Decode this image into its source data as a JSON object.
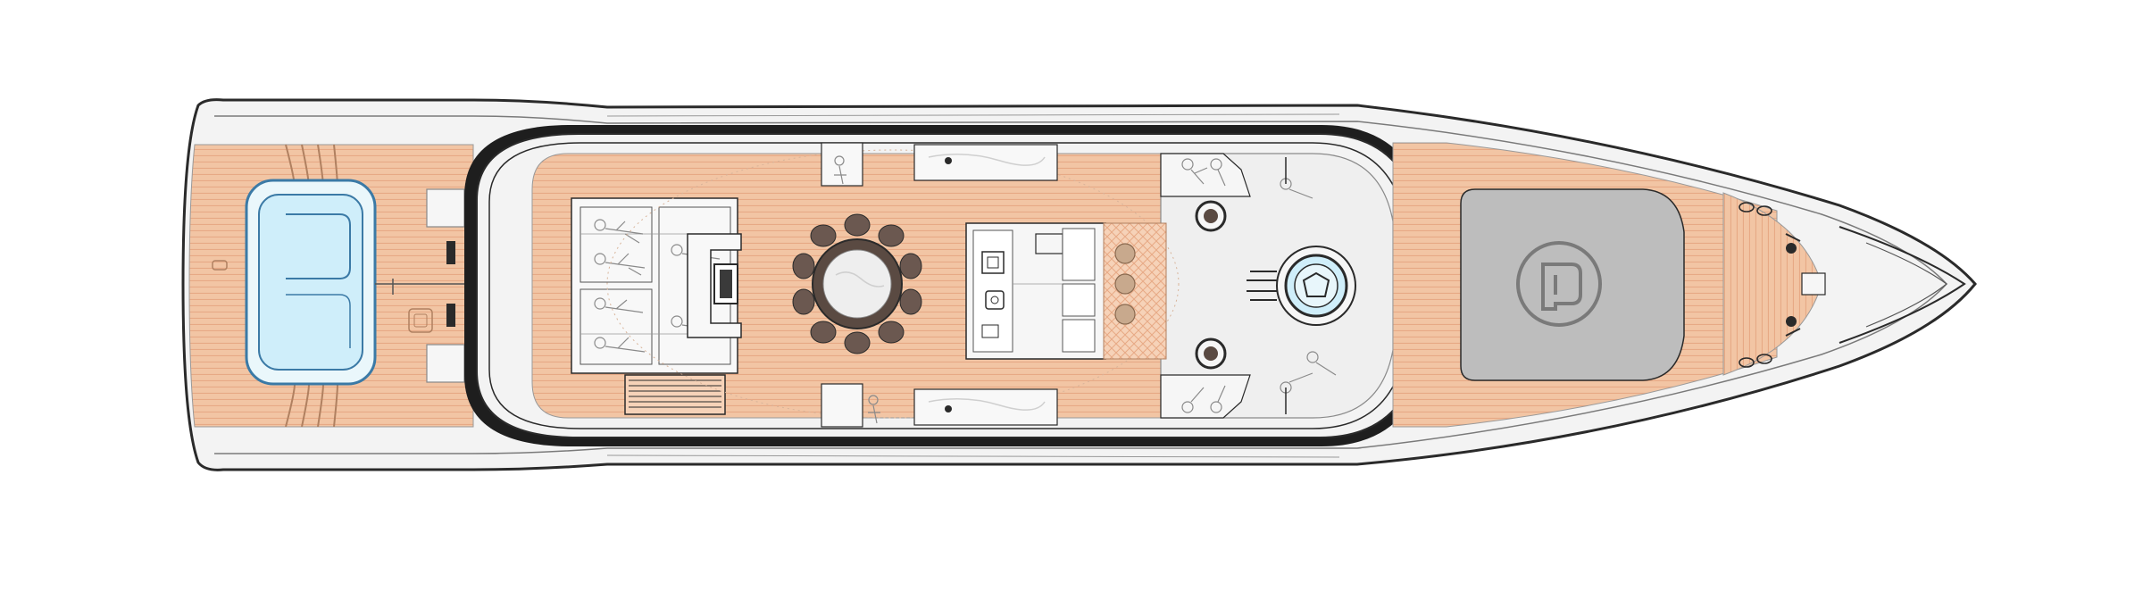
{
  "diagram": {
    "type": "yacht-deck-plan",
    "orientation": "bow-right",
    "texts": [],
    "colors": {
      "background": "#ffffff",
      "hull": "#f3f3f3",
      "hull_outline": "#2a2a2a",
      "deck_teak": "#f2c5a4",
      "teak_lines": "#e7a985",
      "pool_water": "#cfeefa",
      "pool_rim": "#3b7aa6",
      "tender_cover": "#bdbdbd",
      "dining_table": "#5a4a42",
      "table_top": "#eeeeee",
      "stools": "#c8a98d",
      "furniture": "#f6f6f6",
      "bulwark_dark": "#1e1e1e"
    },
    "icons": [
      "pool",
      "dining-table",
      "bar-counter",
      "sun-lounger",
      "spiral-stair",
      "tender-cover-logo",
      "mooring-cleat"
    ]
  }
}
